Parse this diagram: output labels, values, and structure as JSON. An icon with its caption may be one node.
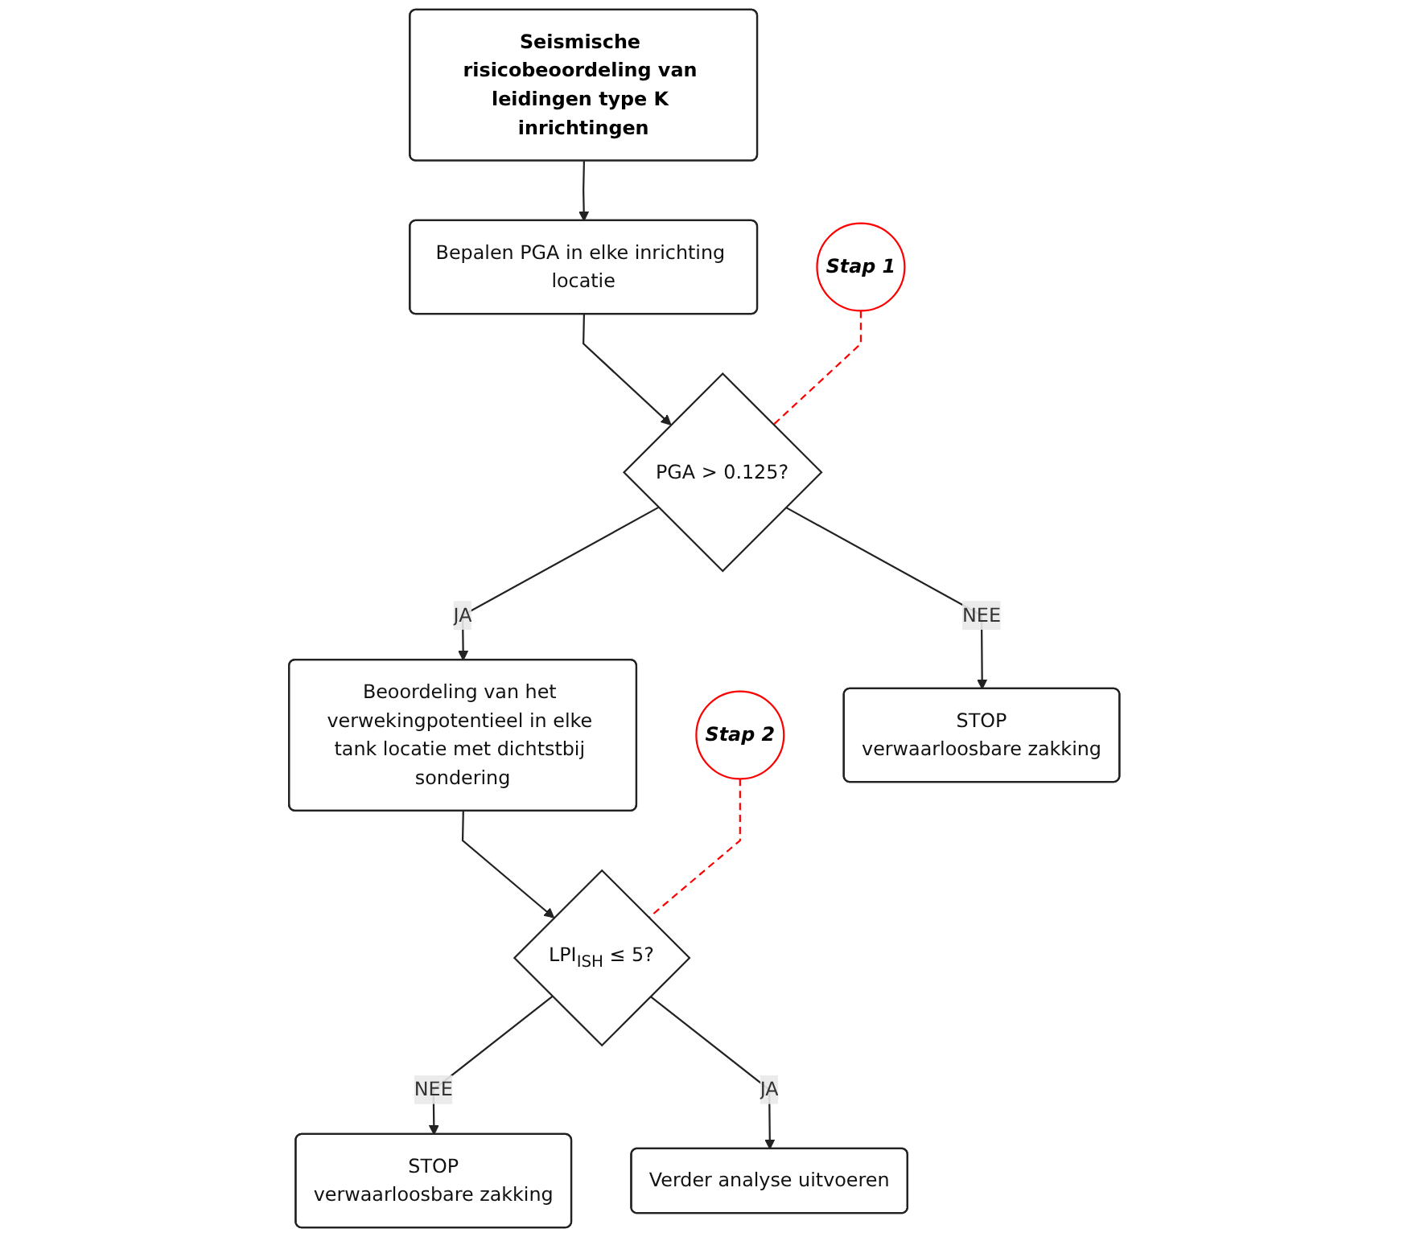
{
  "diagram": {
    "nodes": [
      {
        "text": [
          "Seismische risicobeoordeling van leidingen type K inrichtingen"
        ]
      },
      {
        "text": [
          "Bepalen PGA in elke inrichting locatie"
        ]
      },
      {
        "text": [
          "PGA > 0.125?"
        ]
      },
      {
        "text": [
          "Stap 1"
        ]
      },
      {
        "text": [
          "Beoordeling van het verwekingpotentieel in elke tank locatie met dichtstbij sondering"
        ]
      },
      {
        "text": [
          "LPI$_{ISH}$ ≤ 5?"
        ]
      },
      {
        "text": [
          "Stap 2"
        ]
      },
      {
        "text": [
          "STOP",
          "verwaarloosbare zakking"
        ]
      },
      {
        "text": [
          "STOP",
          "verwaarloosbare zakking"
        ]
      },
      {
        "text": [
          "Verder analyse uitvoeren"
        ]
      }
    ],
    "edges": [
      {
        "from": 0,
        "to": 1,
        "arrow": "to"
      },
      {
        "from": 1,
        "to": 2,
        "arrow": "to"
      },
      {
        "from": 3,
        "to": 2,
        "arrow": "none",
        "style": "dashed",
        "color": "#ff0000"
      },
      {
        "from": 2,
        "to": 7,
        "arrow": "to",
        "label": "NEE"
      },
      {
        "from": 2,
        "to": 4,
        "arrow": "to",
        "label": "JA"
      },
      {
        "from": 4,
        "to": 5,
        "arrow": "to"
      },
      {
        "from": 6,
        "to": 5,
        "arrow": "none",
        "style": "dashed",
        "color": "#ff0000"
      },
      {
        "from": 5,
        "to": 8,
        "arrow": "to",
        "label": "NEE"
      },
      {
        "from": 5,
        "to": 9,
        "arrow": "to",
        "label": "JA"
      }
    ]
  }
}
